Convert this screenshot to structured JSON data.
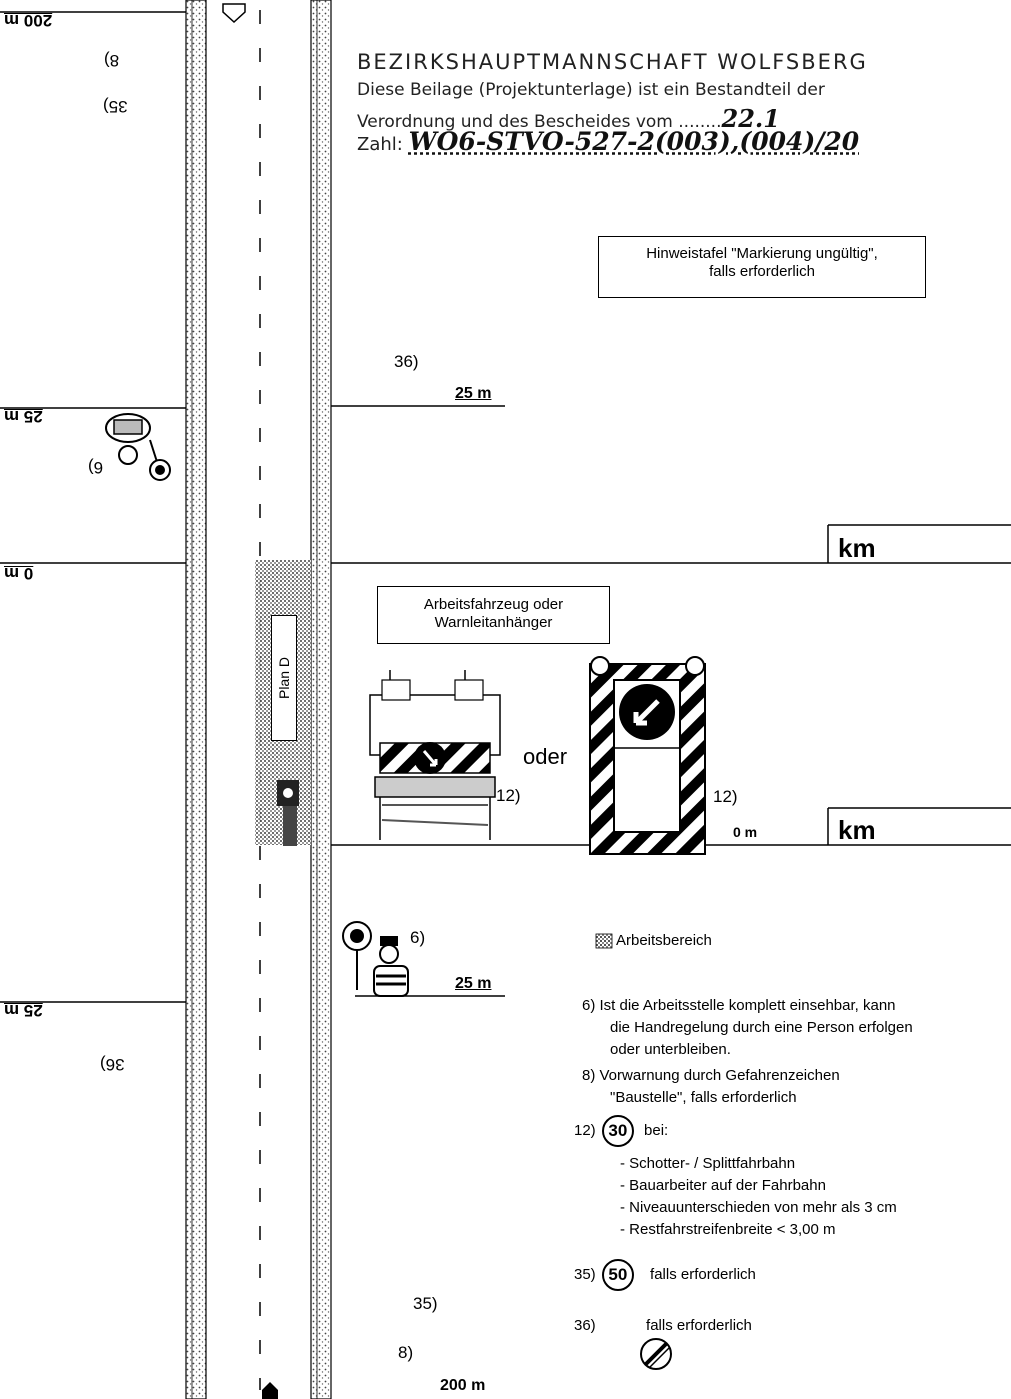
{
  "stamp": {
    "line1": "BEZIRKSHAUPTMANNSCHAFT WOLFSBERG",
    "line2": "Diese Beilage (Projektunterlage) ist ein Bestandteil der",
    "line3": "Verordnung und des Bescheides vom ........",
    "date_handwritten": "22.1",
    "line4_label": "Zahl:",
    "zahl_handwritten": "WO6-STVO-527-2(003),(004)/20"
  },
  "left_labels": {
    "top_200m": "200 m",
    "ref_8": "8)",
    "ref_35": "35)",
    "top_25m": "25 m",
    "ref_6": "6)",
    "zero_m": "0 m",
    "bottom_25m": "25 m",
    "ref_36": "36)"
  },
  "right_labels": {
    "ref_36_top": "36)",
    "dist_25m_top": "25 m",
    "km_top": "km",
    "dist_0m": "0 m",
    "km_bottom": "km",
    "ref_6_bottom": "6)",
    "dist_25m_bottom": "25 m",
    "ref_35_bottom": "35)",
    "ref_8_bottom": "8)",
    "dist_200m_bottom": "200 m"
  },
  "boxes": {
    "hinweistafel_line1": "Hinweistafel \"Markierung ungültig\",",
    "hinweistafel_line2": "falls erforderlich",
    "vehicle_line1": "Arbeitsfahrzeug oder",
    "vehicle_line2": "Warnleitanhänger"
  },
  "vehicles": {
    "oder": "oder",
    "ref_12a": "12)",
    "ref_12b": "12)"
  },
  "plan_label": "Plan D",
  "legend": {
    "arbeitsbereich": "Arbeitsbereich"
  },
  "notes": {
    "n6_line1": "6) Ist die Arbeitsstelle komplett einsehbar, kann",
    "n6_line2": "die Handregelung durch eine Person erfolgen",
    "n6_line3": "oder unterbleiben.",
    "n8_line1": "8) Vorwarnung durch Gefahrenzeichen",
    "n8_line2": "\"Baustelle\", falls erforderlich",
    "n12_prefix": "12)",
    "n12_sign": "30",
    "n12_suffix": "bei:",
    "bullet1": "- Schotter- / Splittfahrbahn",
    "bullet2": "- Bauarbeiter auf der Fahrbahn",
    "bullet3": "- Niveauunterschieden von mehr als 3 cm",
    "bullet4": "- Restfahrstreifenbreite < 3,00 m",
    "n35_prefix": "35)",
    "n35_sign": "50",
    "n35_text": "falls erforderlich",
    "n36_prefix": "36)",
    "n36_text": "falls erforderlich"
  },
  "colors": {
    "ink": "#000000",
    "hatch": "#888888",
    "paper": "#ffffff"
  }
}
